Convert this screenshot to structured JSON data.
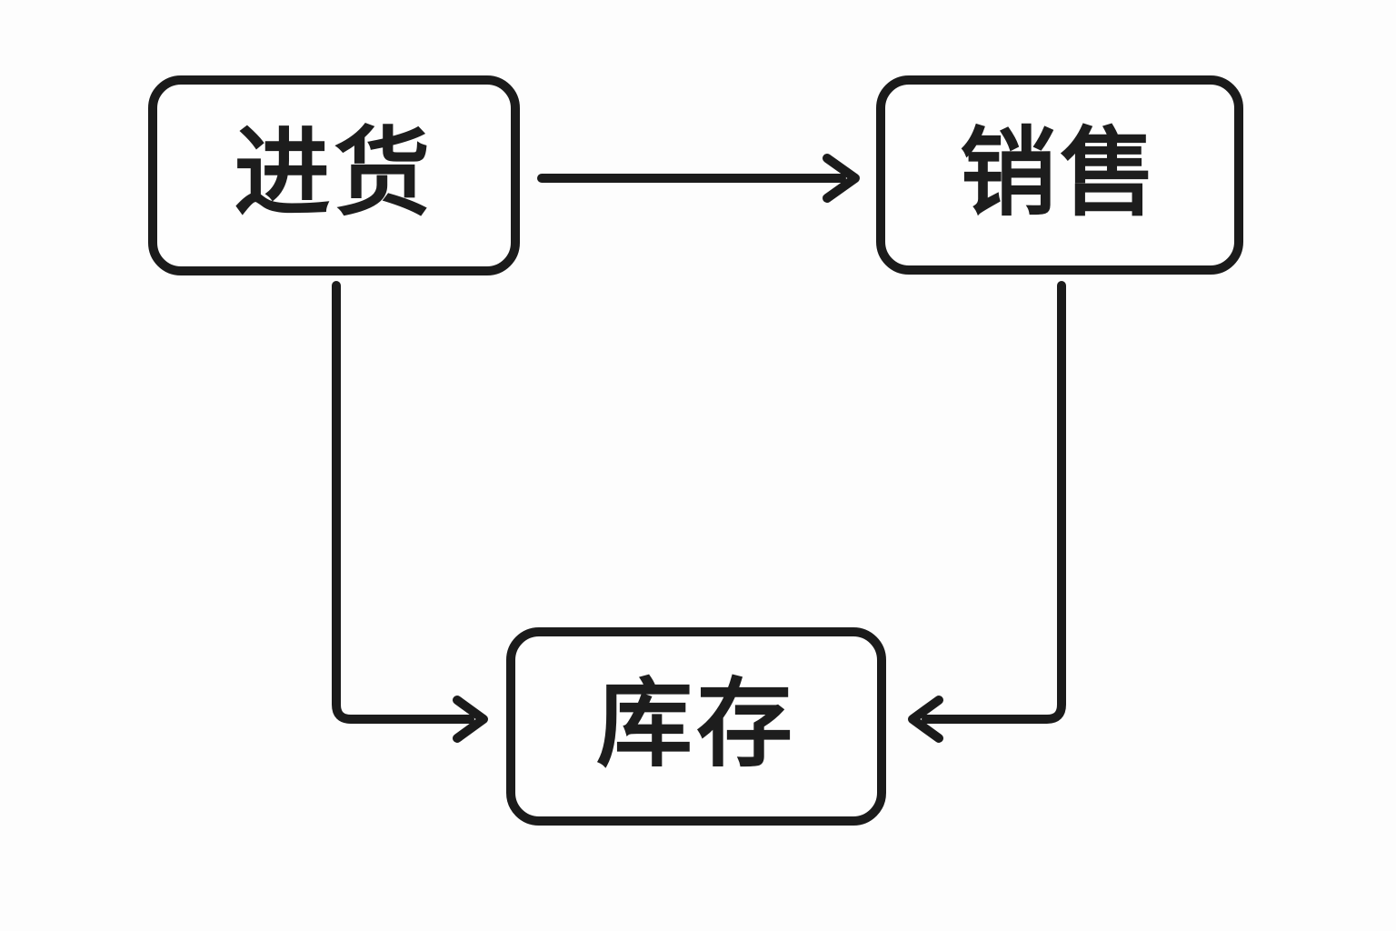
{
  "diagram": {
    "type": "flowchart",
    "colors": {
      "background": "#fdfdfd",
      "node_fill": "#fefefe",
      "stroke": "#1b1b1b",
      "text": "#1d1d1d"
    },
    "nodes": [
      {
        "id": "purchase",
        "label": "进货"
      },
      {
        "id": "sales",
        "label": "销售"
      },
      {
        "id": "inventory",
        "label": "库存"
      }
    ],
    "edges": [
      {
        "from": "purchase",
        "to": "sales"
      },
      {
        "from": "purchase",
        "to": "inventory"
      },
      {
        "from": "sales",
        "to": "inventory"
      }
    ]
  }
}
